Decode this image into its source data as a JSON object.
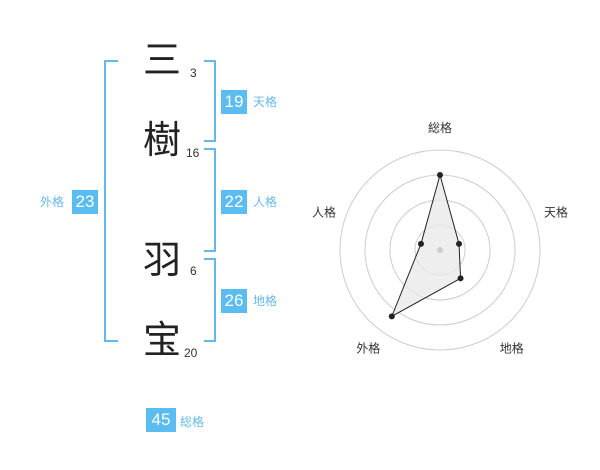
{
  "name": {
    "chars": [
      {
        "char": "三",
        "strokes": "3"
      },
      {
        "char": "樹",
        "strokes": "16"
      },
      {
        "char": "羽",
        "strokes": "6"
      },
      {
        "char": "宝",
        "strokes": "20"
      }
    ]
  },
  "kaku": {
    "tenkaku": {
      "label": "天格",
      "value": "19"
    },
    "jinkaku": {
      "label": "人格",
      "value": "22"
    },
    "chikaku": {
      "label": "地格",
      "value": "26"
    },
    "gaikaku": {
      "label": "外格",
      "value": "23"
    },
    "soukaku": {
      "label": "総格",
      "value": "45"
    }
  },
  "chart_data": {
    "type": "radar",
    "axes": [
      "総格",
      "天格",
      "地格",
      "外格",
      "人格"
    ],
    "values": [
      45,
      19,
      26,
      23,
      22
    ],
    "relative_radius": [
      0.75,
      0.2,
      0.35,
      0.82,
      0.2
    ],
    "rings": 4,
    "colors": {
      "fill": "#e8e8e8",
      "line": "#222222",
      "ring": "#cccccc"
    }
  }
}
